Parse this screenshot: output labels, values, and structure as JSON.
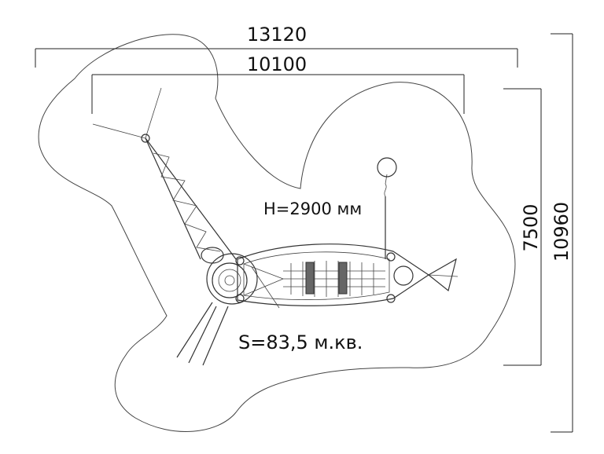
{
  "dimensions": {
    "overall_width": "13120",
    "structure_width": "10100",
    "structure_depth": "7500",
    "overall_depth": "10960"
  },
  "annotations": {
    "height": "H=2900 мм",
    "area": "S=83,5 м.кв."
  }
}
